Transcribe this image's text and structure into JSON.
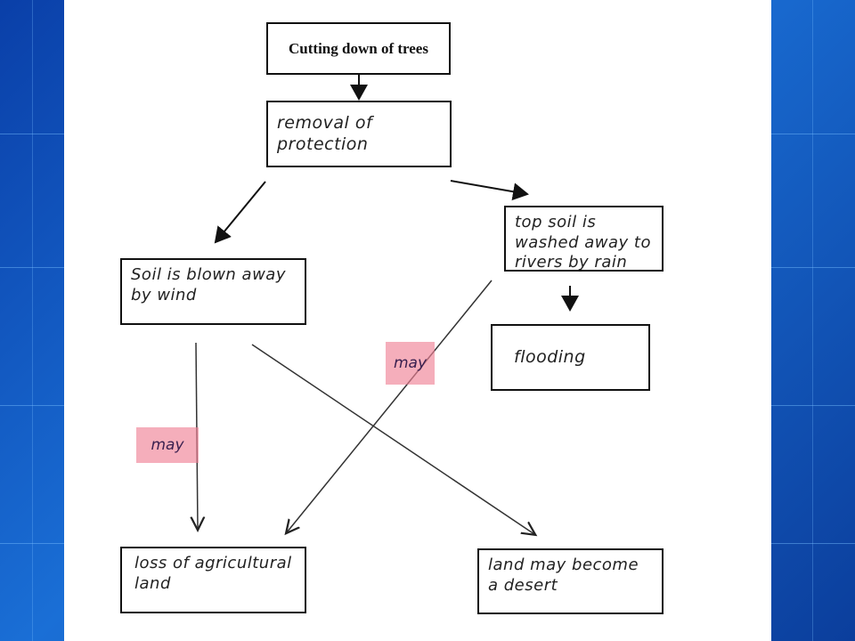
{
  "boxes": {
    "cutting": "Cutting down of trees",
    "removal": "removal of protection",
    "topsoil": "top soil is washed away to rivers by rain",
    "soil_wind": "Soil is blown away by wind",
    "flooding": "flooding",
    "loss": "loss of agricultural land",
    "desert": "land may become a desert"
  },
  "notes": {
    "may_left": "may",
    "may_center": "may"
  },
  "colors": {
    "background": "#1a6fd6",
    "note_highlight": "#f08296"
  }
}
